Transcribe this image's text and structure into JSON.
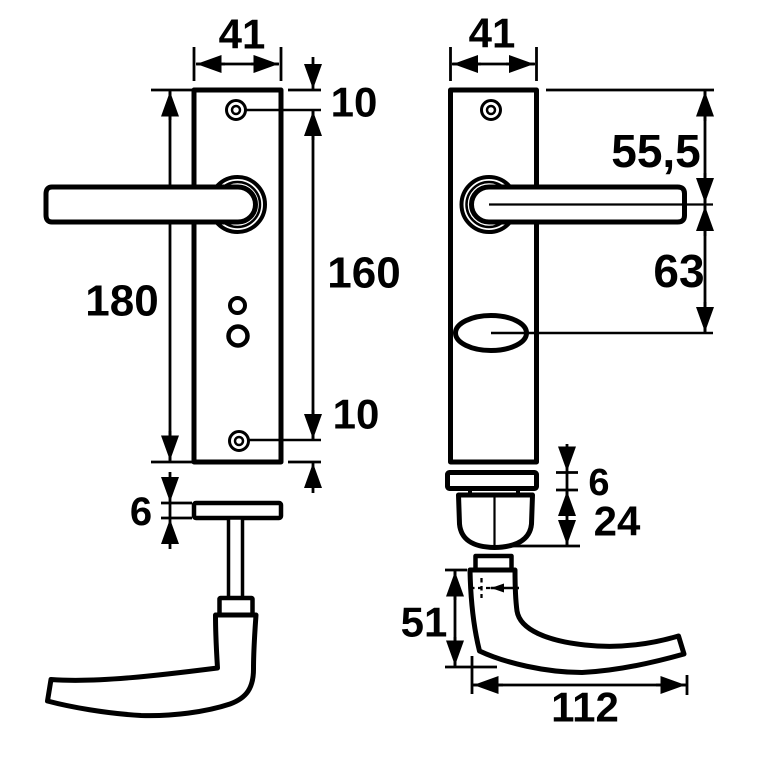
{
  "dimensions": {
    "left_view": {
      "plate_width": "41",
      "plate_height": "180",
      "top_screw_offset": "10",
      "screw_spacing": "160",
      "bottom_screw_offset": "10",
      "rose_thickness": "6"
    },
    "right_view": {
      "plate_width": "41",
      "plate_top_to_handle_center": "55,5",
      "handle_center_to_turn": "63",
      "rose_thickness": "6",
      "spring_unit_height": "24",
      "handle_height": "51",
      "handle_length": "112"
    }
  }
}
